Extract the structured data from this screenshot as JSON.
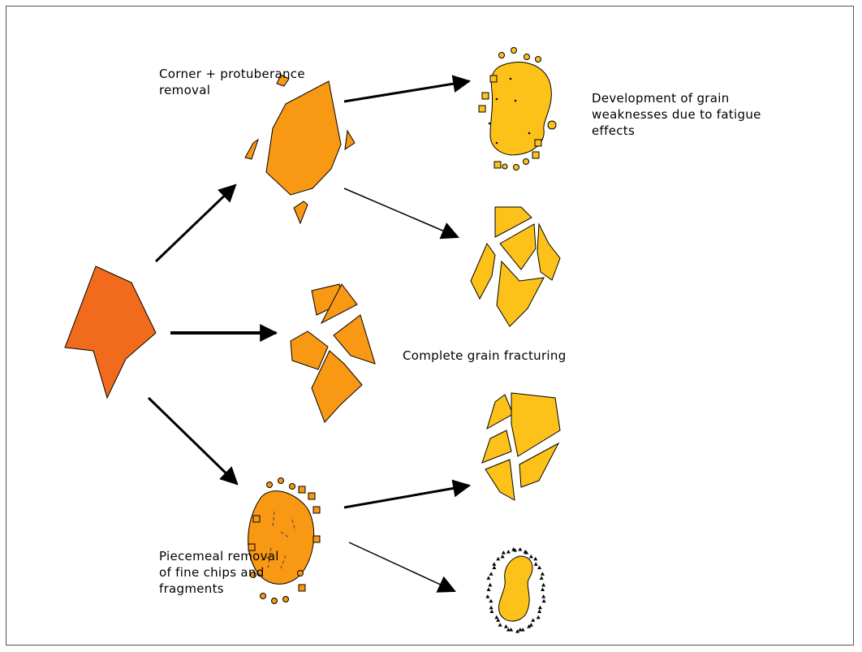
{
  "labels": {
    "corner_removal": [
      "Corner + protuberance",
      "removal"
    ],
    "fatigue": [
      "Development of grain",
      "weaknesses due to fatigue",
      "effects"
    ],
    "complete_fracturing": "Complete grain fracturing",
    "piecemeal": [
      "Piecemeal removal",
      "of fine chips and",
      "fragments"
    ]
  },
  "colors": {
    "stage0": "#f26a1b",
    "stage1": "#f99812",
    "stage2": "#fdc21a",
    "outline": "#000000",
    "frame": "#555555"
  }
}
